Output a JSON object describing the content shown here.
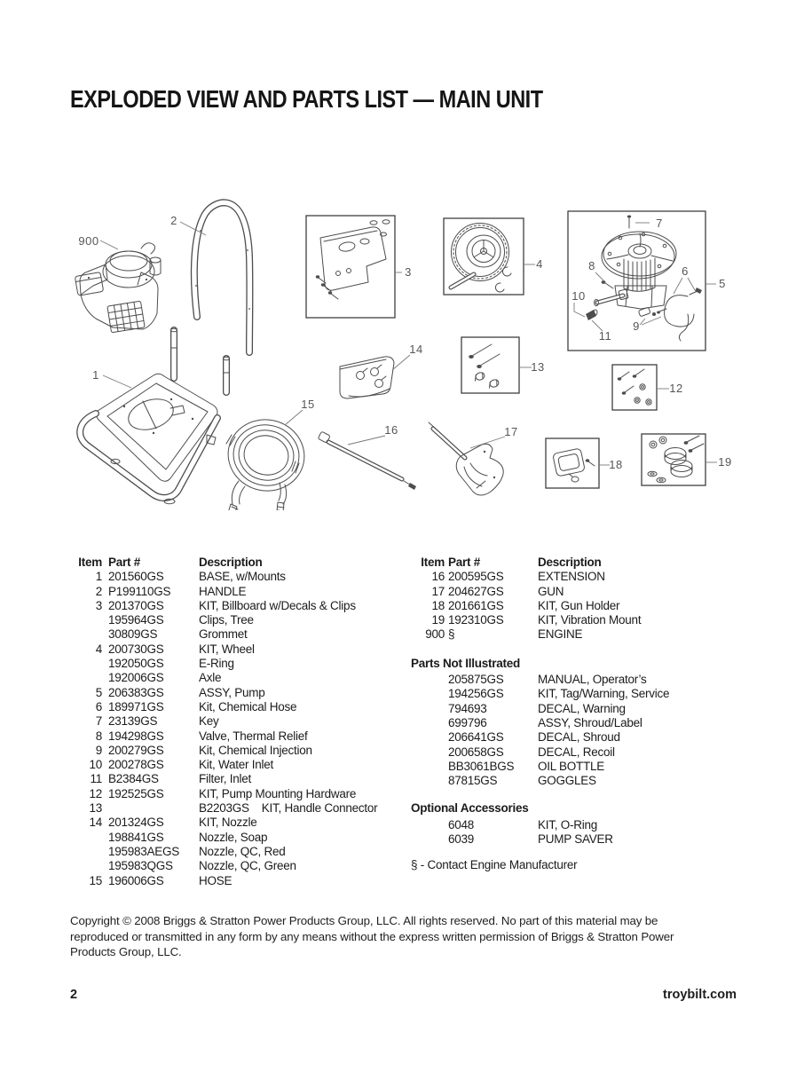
{
  "page": {
    "title": "EXPLODED VIEW AND PARTS LIST — MAIN UNIT",
    "page_number": "2",
    "website": "troybilt.com",
    "copyright": "Copyright © 2008 Briggs & Stratton Power Products Group, LLC.  All rights reserved.  No part of this material may be reproduced or transmitted in any form by any means without the express written permission of Briggs & Stratton Power Products Group, LLC."
  },
  "colors": {
    "page_bg": "#ffffff",
    "text": "#1c1c1c",
    "line_art": "#4d4d4d",
    "callout_text": "#565656"
  },
  "tables": {
    "headers": {
      "item": "Item",
      "part": "Part #",
      "desc": "Description"
    },
    "left": {
      "rows": [
        {
          "item": "1",
          "part": "201560GS",
          "desc": "BASE, w/Mounts"
        },
        {
          "item": "2",
          "part": "P199110GS",
          "desc": "HANDLE"
        },
        {
          "item": "3",
          "part": "201370GS",
          "desc": "KIT, Billboard w/Decals & Clips"
        },
        {
          "item": "",
          "part": "195964GS",
          "desc": "Clips, Tree"
        },
        {
          "item": "",
          "part": "30809GS",
          "desc": "Grommet"
        },
        {
          "item": "4",
          "part": "200730GS",
          "desc": "KIT, Wheel"
        },
        {
          "item": "",
          "part": "192050GS",
          "desc": "E-Ring"
        },
        {
          "item": "",
          "part": "192006GS",
          "desc": "Axle"
        },
        {
          "item": "5",
          "part": "206383GS",
          "desc": "ASSY, Pump"
        },
        {
          "item": "6",
          "part": "189971GS",
          "desc": "Kit, Chemical Hose"
        },
        {
          "item": "7",
          "part": "23139GS",
          "desc": "Key"
        },
        {
          "item": "8",
          "part": "194298GS",
          "desc": "Valve, Thermal Relief"
        },
        {
          "item": "9",
          "part": "200279GS",
          "desc": "Kit, Chemical Injection"
        },
        {
          "item": "10",
          "part": "200278GS",
          "desc": "Kit, Water Inlet"
        },
        {
          "item": "11",
          "part": "B2384GS",
          "desc": "Filter, Inlet"
        },
        {
          "item": "12",
          "part": "192525GS",
          "desc": "KIT, Pump Mounting Hardware"
        },
        {
          "item": "13",
          "part": "",
          "desc": "B2203GS    KIT, Handle Connector"
        },
        {
          "item": "14",
          "part": "201324GS",
          "desc": "KIT, Nozzle"
        },
        {
          "item": "",
          "part": "198841GS",
          "desc": "Nozzle, Soap"
        },
        {
          "item": "",
          "part": "195983AEGS",
          "desc": "Nozzle, QC, Red"
        },
        {
          "item": "",
          "part": "195983QGS",
          "desc": "Nozzle, QC, Green"
        },
        {
          "item": "15",
          "part": "196006GS",
          "desc": "HOSE"
        }
      ]
    },
    "right": {
      "rows": [
        {
          "item": "16",
          "part": "200595GS",
          "desc": "EXTENSION"
        },
        {
          "item": "17",
          "part": "204627GS",
          "desc": "GUN"
        },
        {
          "item": "18",
          "part": "201661GS",
          "desc": "KIT, Gun Holder"
        },
        {
          "item": "19",
          "part": "192310GS",
          "desc": "KIT, Vibration Mount"
        },
        {
          "item": "900",
          "part": "§",
          "desc": "ENGINE"
        }
      ]
    },
    "parts_not_illustrated": {
      "heading": "Parts Not Illustrated",
      "rows": [
        {
          "item": "",
          "part": "205875GS",
          "desc": "MANUAL, Operator’s"
        },
        {
          "item": "",
          "part": "194256GS",
          "desc": "KIT, Tag/Warning, Service"
        },
        {
          "item": "",
          "part": "794693",
          "desc": "DECAL, Warning"
        },
        {
          "item": "",
          "part": "699796",
          "desc": "ASSY, Shroud/Label"
        },
        {
          "item": "",
          "part": "206641GS",
          "desc": "DECAL, Shroud"
        },
        {
          "item": "",
          "part": "200658GS",
          "desc": "DECAL, Recoil"
        },
        {
          "item": "",
          "part": "BB3061BGS",
          "desc": "OIL BOTTLE"
        },
        {
          "item": "",
          "part": "87815GS",
          "desc": "GOGGLES"
        }
      ]
    },
    "optional_accessories": {
      "heading": "Optional Accessories",
      "rows": [
        {
          "item": "",
          "part": "6048",
          "desc": "KIT, O-Ring"
        },
        {
          "item": "",
          "part": "6039",
          "desc": "PUMP SAVER"
        }
      ]
    },
    "footnote": "§ - Contact Engine Manufacturer"
  },
  "diagram": {
    "callouts": [
      {
        "label": "900",
        "part_name": "engine"
      },
      {
        "label": "2",
        "part_name": "handle"
      },
      {
        "label": "1",
        "part_name": "base"
      },
      {
        "label": "3",
        "part_name": "billboard-kit"
      },
      {
        "label": "4",
        "part_name": "wheel-kit"
      },
      {
        "label": "5",
        "part_name": "pump-assembly"
      },
      {
        "label": "6",
        "part_name": "chemical-hose"
      },
      {
        "label": "7",
        "part_name": "key"
      },
      {
        "label": "8",
        "part_name": "thermal-relief-valve"
      },
      {
        "label": "9",
        "part_name": "chemical-injection-kit"
      },
      {
        "label": "10",
        "part_name": "water-inlet-kit"
      },
      {
        "label": "11",
        "part_name": "inlet-filter"
      },
      {
        "label": "12",
        "part_name": "pump-mounting-hardware"
      },
      {
        "label": "13",
        "part_name": "handle-connector-kit"
      },
      {
        "label": "14",
        "part_name": "nozzle-kit"
      },
      {
        "label": "15",
        "part_name": "hose"
      },
      {
        "label": "16",
        "part_name": "extension"
      },
      {
        "label": "17",
        "part_name": "gun"
      },
      {
        "label": "18",
        "part_name": "gun-holder"
      },
      {
        "label": "19",
        "part_name": "vibration-mount"
      }
    ]
  }
}
